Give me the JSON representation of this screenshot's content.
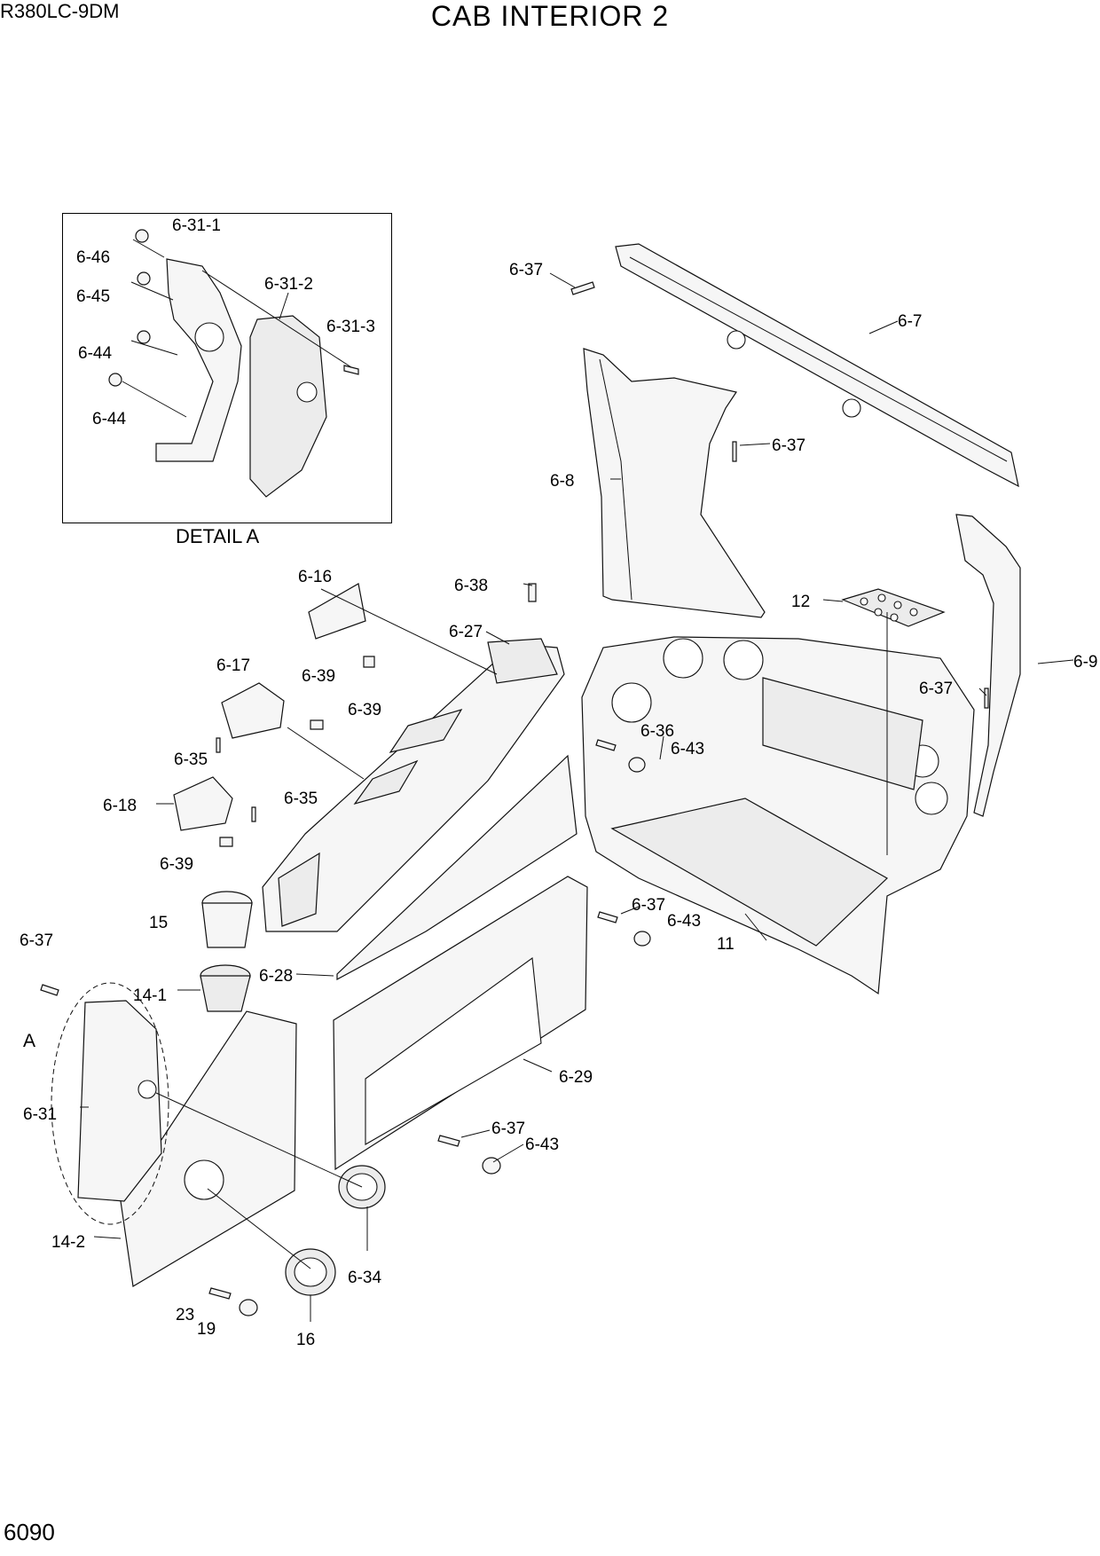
{
  "header": {
    "model": "R380LC-9DM",
    "title": "CAB INTERIOR 2"
  },
  "footer": {
    "page_number": "6090"
  },
  "detail": {
    "caption": "DETAIL A",
    "marker": "A"
  },
  "callouts": [
    "6-31-1",
    "6-46",
    "6-45",
    "6-31-2",
    "6-31-3",
    "6-44",
    "6-44",
    "6-37",
    "6-7",
    "6-37",
    "6-8",
    "6-16",
    "6-38",
    "6-27",
    "6-39",
    "6-17",
    "6-39",
    "12",
    "6-9",
    "6-37",
    "6-36",
    "6-43",
    "6-35",
    "6-35",
    "6-18",
    "6-39",
    "15",
    "6-37",
    "6-43",
    "11",
    "6-37",
    "6-28",
    "14-1",
    "6-29",
    "6-31",
    "6-37",
    "6-43",
    "14-2",
    "6-34",
    "23",
    "19",
    "16"
  ]
}
